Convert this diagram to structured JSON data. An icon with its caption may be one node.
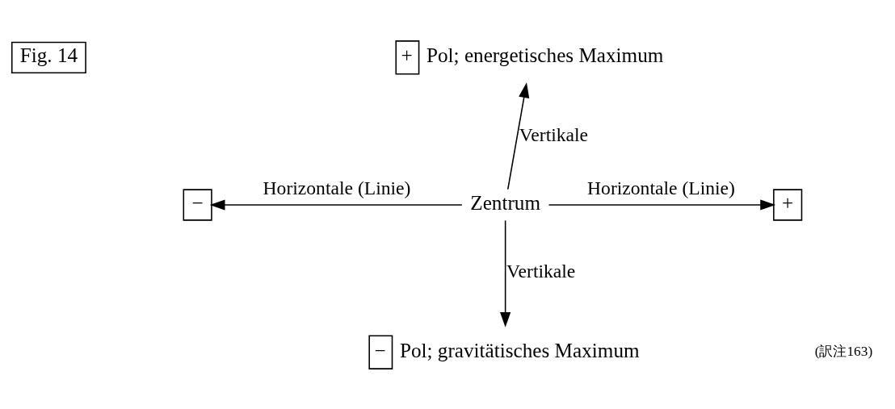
{
  "diagram": {
    "nodes": [
      {
        "text": [
          "Fig. 14"
        ]
      },
      {
        "text": [
          "+"
        ],
        "beside": [
          "Pol; energetisches Maximum"
        ]
      },
      {
        "text": [
          "+"
        ]
      },
      {
        "text": [
          "Zentrum"
        ]
      },
      {
        "text": [
          "−"
        ]
      },
      {
        "text": [
          "−"
        ],
        "beside": [
          "Pol; gravitätisches Maximum"
        ]
      }
    ],
    "edges": [
      {
        "from": 3,
        "to": 1,
        "arrow": "to",
        "label": "Vertikale"
      },
      {
        "from": 3,
        "to": 2,
        "arrow": "to",
        "label": "Horizontale (Linie)"
      },
      {
        "from": 3,
        "to": 4,
        "arrow": "to",
        "label": "Horizontale (Linie)"
      },
      {
        "from": 3,
        "to": 5,
        "arrow": "to",
        "label": "Vertikale"
      }
    ],
    "labels": [
      "(訳注163)"
    ]
  }
}
